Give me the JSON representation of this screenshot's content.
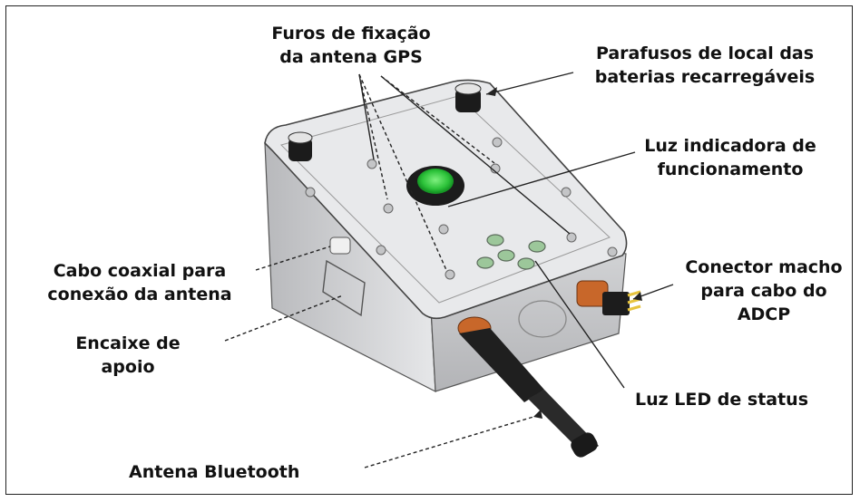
{
  "labels": {
    "gps_holes_line1": "Furos de fixação",
    "gps_holes_line2": "da antena GPS",
    "battery_screws_line1": "Parafusos de local das",
    "battery_screws_line2": "baterias recarregáveis",
    "power_light_line1": "Luz indicadora  de",
    "power_light_line2": "funcionamento",
    "coax_cable_line1": "Cabo coaxial para",
    "coax_cable_line2": "conexão da antena",
    "adcp_connector_line1": "Conector  macho",
    "adcp_connector_line2": "para cabo do",
    "adcp_connector_line3": "ADCP",
    "support_slot_line1": "Encaixe de",
    "support_slot_line2": "apoio",
    "status_led": "Luz LED de status",
    "bluetooth_antenna": "Antena Bluetooth"
  },
  "colors": {
    "button_green": "#3fd44a",
    "body_gray": "#d9dadc",
    "led_green": "#8fb98f",
    "connector_orange": "#c8672a"
  }
}
